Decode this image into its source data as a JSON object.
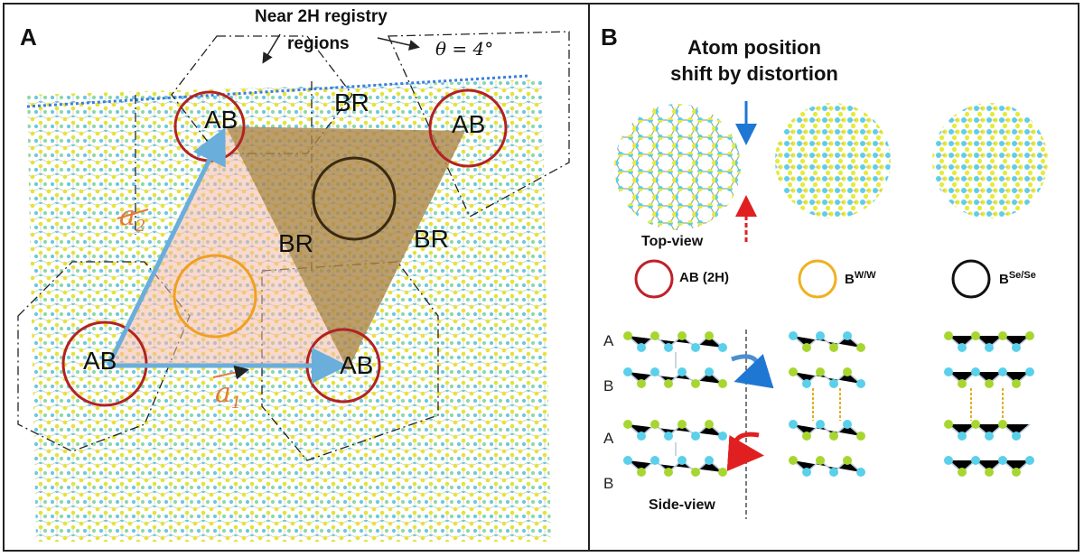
{
  "panel_a": {
    "letter": "A",
    "annotation_title": "Near 2H registry",
    "annotation_subtitle": "regions",
    "theta": "θ = 4°",
    "labels": {
      "ab_top_left": "AB",
      "ab_top_right": "AB",
      "ab_bottom_left": "AB",
      "ab_bottom_right": "AB",
      "br_top": "BR",
      "br_middle": "BR",
      "br_right": "BR"
    },
    "vector_a1": "a",
    "vector_a1_sub": "1",
    "vector_a2": "a",
    "vector_a2_sub": "2",
    "colors": {
      "ab_circle": "#b22222",
      "orange_circle": "#f0a020",
      "dark_circle": "#3a2a10",
      "unit_cell_pink": "#f7c6b8",
      "triangle_olive": "#9a7b2e",
      "vector_blue": "#6aaedb",
      "dotted_blue": "#3b7ddd"
    }
  },
  "panel_b": {
    "letter": "B",
    "title_line1": "Atom position",
    "title_line2": "shift by distortion",
    "top_view_label": "Top-view",
    "side_view_label": "Side-view",
    "legend": [
      {
        "text": "AB (2H)",
        "color": "#c0202a"
      },
      {
        "text": "B",
        "sup": "W/W",
        "color": "#f0b020"
      },
      {
        "text": "B",
        "sup": "Se/Se",
        "color": "#111111"
      }
    ],
    "layer_labels": [
      "A",
      "B",
      "A",
      "B"
    ],
    "colors": {
      "atom_cyan": "#5ad0ea",
      "atom_yellow": "#e6ea3a",
      "atom_green": "#a8d630",
      "arrow_blue": "#1f77d4",
      "arrow_red": "#e02020"
    }
  }
}
